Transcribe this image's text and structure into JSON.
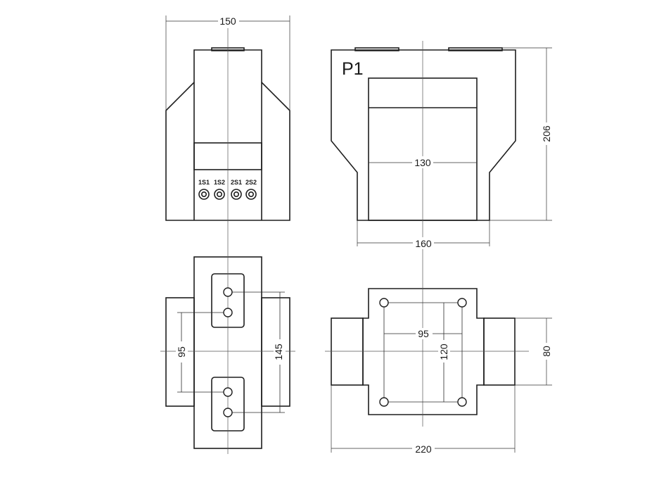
{
  "label": "P1",
  "dimensions": {
    "front_width": "150",
    "side_height": "206",
    "window_width": "130",
    "side_base_width": "160",
    "bottom_hole_spacing": "95",
    "bottom_terminal_span": "145",
    "plan_hole_spacing_x": "95",
    "plan_hole_spacing_y": "120",
    "plan_total_width": "220",
    "plan_flange_height": "80"
  },
  "terminals": [
    "1S1",
    "1S2",
    "2S1",
    "2S2"
  ]
}
